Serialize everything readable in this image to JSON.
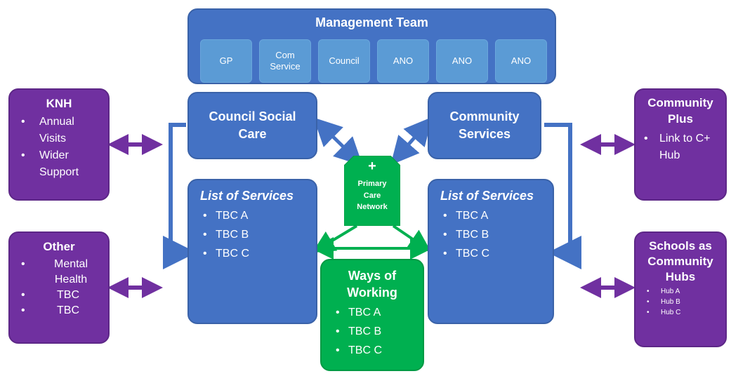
{
  "management": {
    "title": "Management Team",
    "members": [
      "GP",
      "Com\nService",
      "Council",
      "ANO",
      "ANO",
      "ANO"
    ]
  },
  "council_social_care": {
    "title": "Council Social Care"
  },
  "community_services": {
    "title": "Community Services"
  },
  "list_left": {
    "title": "List of Services",
    "items": [
      "TBC A",
      "TBC B",
      "TBC C"
    ]
  },
  "list_right": {
    "title": "List of Services",
    "items": [
      "TBC A",
      "TBC B",
      "TBC C"
    ]
  },
  "pcn": {
    "plus": "+",
    "label": "Primary Care Network"
  },
  "ways": {
    "title": "Ways of Working",
    "items": [
      "TBC A",
      "TBC B",
      "TBC C"
    ]
  },
  "knh": {
    "title": "KNH",
    "items": [
      "Annual Visits",
      "Wider Support"
    ]
  },
  "other": {
    "title": "Other",
    "items": [
      "Mental Health",
      "TBC",
      "TBC"
    ]
  },
  "community_plus": {
    "title": "Community Plus",
    "items": [
      "Link to C+ Hub"
    ]
  },
  "schools": {
    "title": "Schools as Community Hubs",
    "items": [
      "Hub A",
      "Hub B",
      "Hub C"
    ]
  },
  "colors": {
    "blue": "#4472c4",
    "light_blue": "#5b9bd5",
    "purple": "#7030a0",
    "green": "#00b050"
  }
}
